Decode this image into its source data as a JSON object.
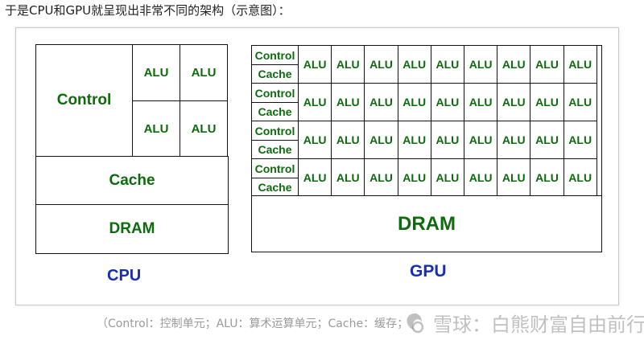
{
  "intro_text": "于是CPU和GPU就呈现出非常不同的架构（示意图）：",
  "cpu": {
    "control": "Control",
    "alu": [
      "ALU",
      "ALU",
      "ALU",
      "ALU"
    ],
    "cache": "Cache",
    "dram": "DRAM",
    "label": "CPU"
  },
  "gpu": {
    "rows": [
      {
        "control": "Control",
        "cache": "Cache",
        "alus": [
          "ALU",
          "ALU",
          "ALU",
          "ALU",
          "ALU",
          "ALU",
          "ALU",
          "ALU",
          "ALU"
        ]
      },
      {
        "control": "Control",
        "cache": "Cache",
        "alus": [
          "ALU",
          "ALU",
          "ALU",
          "ALU",
          "ALU",
          "ALU",
          "ALU",
          "ALU",
          "ALU"
        ]
      },
      {
        "control": "Control",
        "cache": "Cache",
        "alus": [
          "ALU",
          "ALU",
          "ALU",
          "ALU",
          "ALU",
          "ALU",
          "ALU",
          "ALU",
          "ALU"
        ]
      },
      {
        "control": "Control",
        "cache": "Cache",
        "alus": [
          "ALU",
          "ALU",
          "ALU",
          "ALU",
          "ALU",
          "ALU",
          "ALU",
          "ALU",
          "ALU"
        ]
      }
    ],
    "dram": "DRAM",
    "label": "GPU"
  },
  "caption": "（Control：控制单元；ALU：算术运算单元；Cache：缓存；",
  "watermark": "雪球：白熊财富自由前行",
  "colors": {
    "text_green": "#0d6b0d",
    "label_blue": "#1a2fb0",
    "border": "#111111"
  }
}
